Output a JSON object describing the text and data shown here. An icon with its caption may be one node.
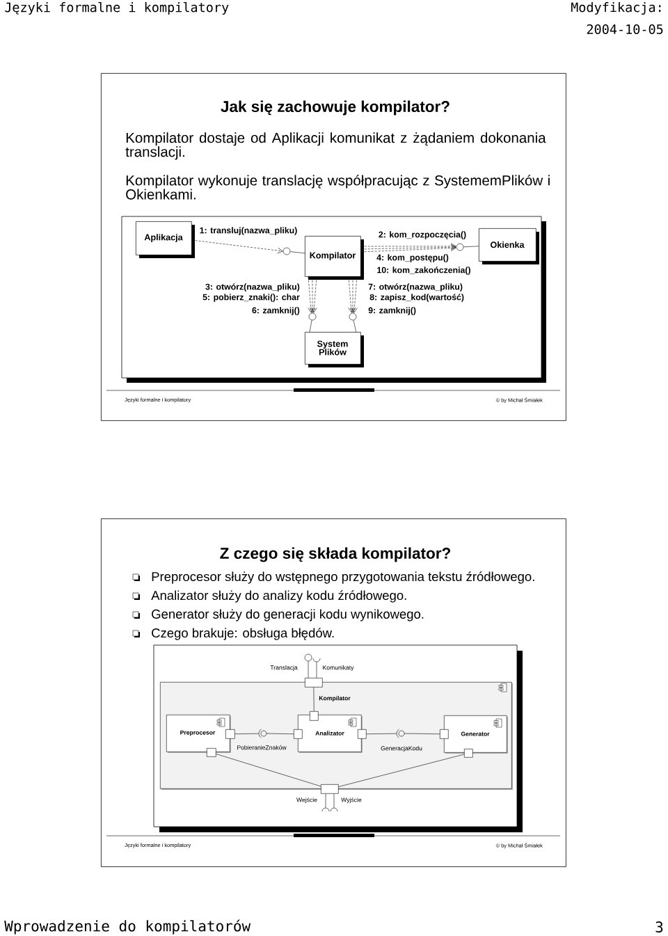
{
  "diagram": {
    "nodes": [
      {
        "text": [
          "Jak się zachowuje kompilator?",
          "Kompilator dostaje od Aplikacji komunikat z żądaniem dokonania translacji.",
          "Kompilator wykonuje translację współpracując z SystememPlików i Okienkami.",
          "Języki formalne i kompilatory",
          "© by Michał Śmiałek"
        ]
      },
      {
        "text": [
          "Aplikacja"
        ],
        "in": 0
      },
      {
        "text": [],
        "shape": "circle",
        "in": 0
      },
      {
        "text": [
          "Kompilator"
        ],
        "in": 0
      },
      {
        "text": [],
        "shape": "circle",
        "in": 0
      },
      {
        "text": [
          "Okienka"
        ],
        "in": 0
      },
      {
        "text": [],
        "shape": "circle",
        "in": 0
      },
      {
        "text": [],
        "shape": "circle",
        "in": 0
      },
      {
        "text": [
          "System Plików"
        ],
        "in": 0
      },
      {
        "text": [
          "Z czego się składa kompilator?",
          "Preprocesor służy do wstępnego przygotowania tekstu źródłowego.",
          "Analizator  służy do analizy kodu źródłowego.",
          "Generator służy do generacji kodu wynikowego.",
          "Czego brakuje: obsługa błędów.",
          "Języki formalne i kompilatory",
          "© by Michał Śmiałek"
        ]
      },
      {
        "text": [],
        "shape": "circle",
        "beside": [
          "Translacja"
        ],
        "in": 9
      },
      {
        "text": [],
        "shape": "socket",
        "beside": [
          "Komunikaty"
        ],
        "in": 9
      },
      {
        "text": [],
        "shape": "box",
        "in": 9
      },
      {
        "text": [
          "Kompilator"
        ],
        "in": 9
      },
      {
        "text": [],
        "shape": "box",
        "in": 13
      },
      {
        "text": [
          "Preprocesor"
        ],
        "in": 13
      },
      {
        "text": [],
        "shape": "box",
        "in": 13
      },
      {
        "text": [],
        "shape": "circle",
        "beside": [
          "PobieranieZnaków"
        ],
        "in": 13
      },
      {
        "text": [],
        "shape": "box",
        "in": 13
      },
      {
        "text": [
          "Analizator"
        ],
        "in": 13
      },
      {
        "text": [],
        "shape": "box",
        "in": 13
      },
      {
        "text": [],
        "shape": "circle",
        "beside": [
          "GeneracjaKodu"
        ],
        "in": 13
      },
      {
        "text": [],
        "shape": "box",
        "in": 13
      },
      {
        "text": [
          "Generator"
        ],
        "in": 13
      },
      {
        "text": [],
        "shape": "box",
        "in": 13
      },
      {
        "text": [],
        "shape": "box",
        "in": 13
      },
      {
        "text": [],
        "shape": "box",
        "in": 9
      },
      {
        "text": [],
        "shape": "socket",
        "beside": [
          "Wejście"
        ],
        "in": 9
      },
      {
        "text": [],
        "shape": "socket",
        "beside": [
          "Wyjście"
        ],
        "in": 9
      }
    ],
    "edges": [
      {
        "from": 1,
        "to": 2,
        "arrow": "to",
        "style": "dashed",
        "label": "1: transluj(nazwa_pliku)"
      },
      {
        "from": 2,
        "to": 3,
        "arrow": "none"
      },
      {
        "from": 3,
        "to": 4,
        "arrow": "to",
        "style": "dashed",
        "label": "2: kom_rozpoczęcia()"
      },
      {
        "from": 3,
        "to": 4,
        "arrow": "to",
        "style": "dashed",
        "label": "4: kom_postępu()"
      },
      {
        "from": 3,
        "to": 4,
        "arrow": "to",
        "style": "dashed",
        "label": "10: kom_zakończenia()"
      },
      {
        "from": 4,
        "to": 5,
        "arrow": "none"
      },
      {
        "from": 3,
        "to": 6,
        "arrow": "to",
        "style": "dashed",
        "label": "3: otwórz(nazwa_pliku)"
      },
      {
        "from": 3,
        "to": 6,
        "arrow": "to",
        "style": "dashed",
        "label": "5: pobierz_znaki(): char"
      },
      {
        "from": 3,
        "to": 6,
        "arrow": "to",
        "style": "dashed",
        "label": "6: zamknij()"
      },
      {
        "from": 3,
        "to": 7,
        "arrow": "to",
        "style": "dashed",
        "label": "7: otwórz(nazwa_pliku)"
      },
      {
        "from": 3,
        "to": 7,
        "arrow": "to",
        "style": "dashed",
        "label": "8: zapisz_kod(wartość)"
      },
      {
        "from": 3,
        "to": 7,
        "arrow": "to",
        "style": "dashed",
        "label": "9: zamknij()"
      },
      {
        "from": 6,
        "to": 8,
        "arrow": "none"
      },
      {
        "from": 7,
        "to": 8,
        "arrow": "none"
      },
      {
        "from": 12,
        "to": 10,
        "arrow": "none"
      },
      {
        "from": 12,
        "to": 11,
        "arrow": "none"
      },
      {
        "from": 12,
        "to": 14,
        "arrow": "none"
      },
      {
        "from": 16,
        "to": 17,
        "arrow": "none"
      },
      {
        "from": 17,
        "to": 18,
        "arrow": "none"
      },
      {
        "from": 20,
        "to": 21,
        "arrow": "none"
      },
      {
        "from": 21,
        "to": 22,
        "arrow": "none"
      },
      {
        "from": 24,
        "to": 26,
        "arrow": "none"
      },
      {
        "from": 25,
        "to": 26,
        "arrow": "none"
      },
      {
        "from": 26,
        "to": 27,
        "arrow": "none"
      },
      {
        "from": 26,
        "to": 28,
        "arrow": "none"
      }
    ],
    "labels": [
      "Języki formalne i kompilatory",
      "Modyfikacja:",
      "2004-10-05",
      "Wprowadzenie do kompilatorów",
      "3"
    ]
  }
}
